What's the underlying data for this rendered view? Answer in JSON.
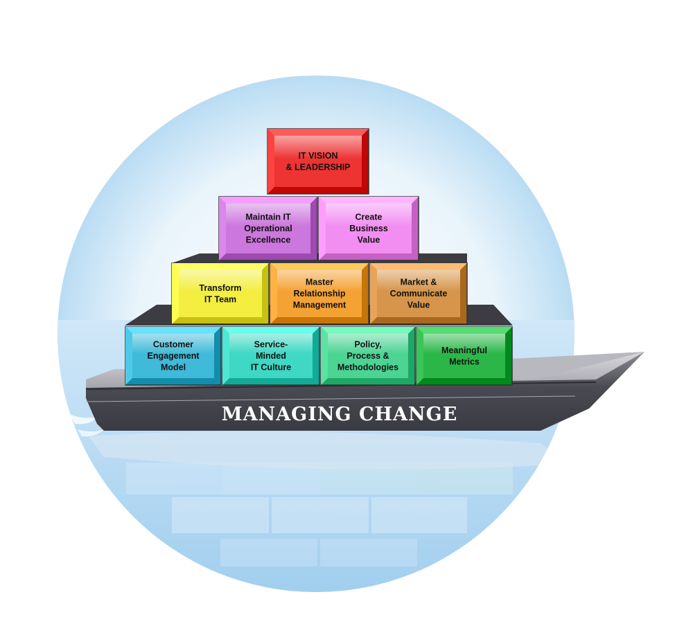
{
  "ship": {
    "banner": "MANAGING CHANGE"
  },
  "blocks": [
    {
      "id": "it-vision",
      "lines": [
        "IT VISION",
        "& LEADERSHIP"
      ],
      "color": "#ee3333"
    },
    {
      "id": "maintain-it",
      "lines": [
        "Maintain IT",
        "Operational",
        "Excellence"
      ],
      "color": "#cc77dd"
    },
    {
      "id": "create-value",
      "lines": [
        "Create",
        "Business",
        "Value"
      ],
      "color": "#f28ef2"
    },
    {
      "id": "transform-team",
      "lines": [
        "Transform",
        "IT Team"
      ],
      "color": "#f3ee40"
    },
    {
      "id": "master-relationship",
      "lines": [
        "Master",
        "Relationship",
        "Management"
      ],
      "color": "#f4a234"
    },
    {
      "id": "market-communicate",
      "lines": [
        "Market &",
        "Communicate",
        "Value"
      ],
      "color": "#d6954a"
    },
    {
      "id": "customer-engagement",
      "lines": [
        "Customer",
        "Engagement",
        "Model"
      ],
      "color": "#3fbad8"
    },
    {
      "id": "service-minded",
      "lines": [
        "Service-",
        "Minded",
        "IT Culture"
      ],
      "color": "#3ed8c4"
    },
    {
      "id": "policy-process",
      "lines": [
        "Policy,",
        "Process &",
        "Methodologies"
      ],
      "color": "#4cd494"
    },
    {
      "id": "meaningful-metrics",
      "lines": [
        "Meaningful",
        "Metrics"
      ],
      "color": "#2ab748"
    }
  ]
}
